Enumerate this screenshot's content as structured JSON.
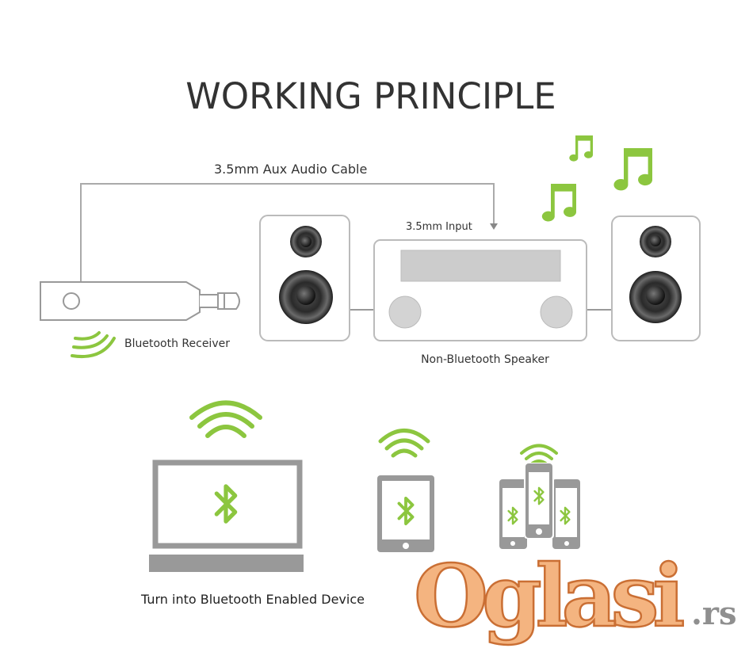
{
  "title": "WORKING PRINCIPLE",
  "labels": {
    "cable": "3.5mm Aux Audio Cable",
    "input": "3.5mm Input",
    "receiver": "Bluetooth Receiver",
    "speaker": "Non-Bluetooth Speaker",
    "devices": "Turn into Bluetooth Enabled Device"
  },
  "watermark": {
    "main": "Oglasi",
    "suffix": ".rs"
  },
  "icons": [
    "bluetooth-receiver-icon",
    "speaker-icon",
    "amplifier-icon",
    "music-note-icon",
    "laptop-icon",
    "tablet-icon",
    "smartphone-icon",
    "bluetooth-icon",
    "wireless-waves-icon"
  ],
  "colors": {
    "accent": "#8cc63f",
    "line": "#9a9a9a",
    "text": "#333333",
    "watermark": "#f2a566"
  }
}
